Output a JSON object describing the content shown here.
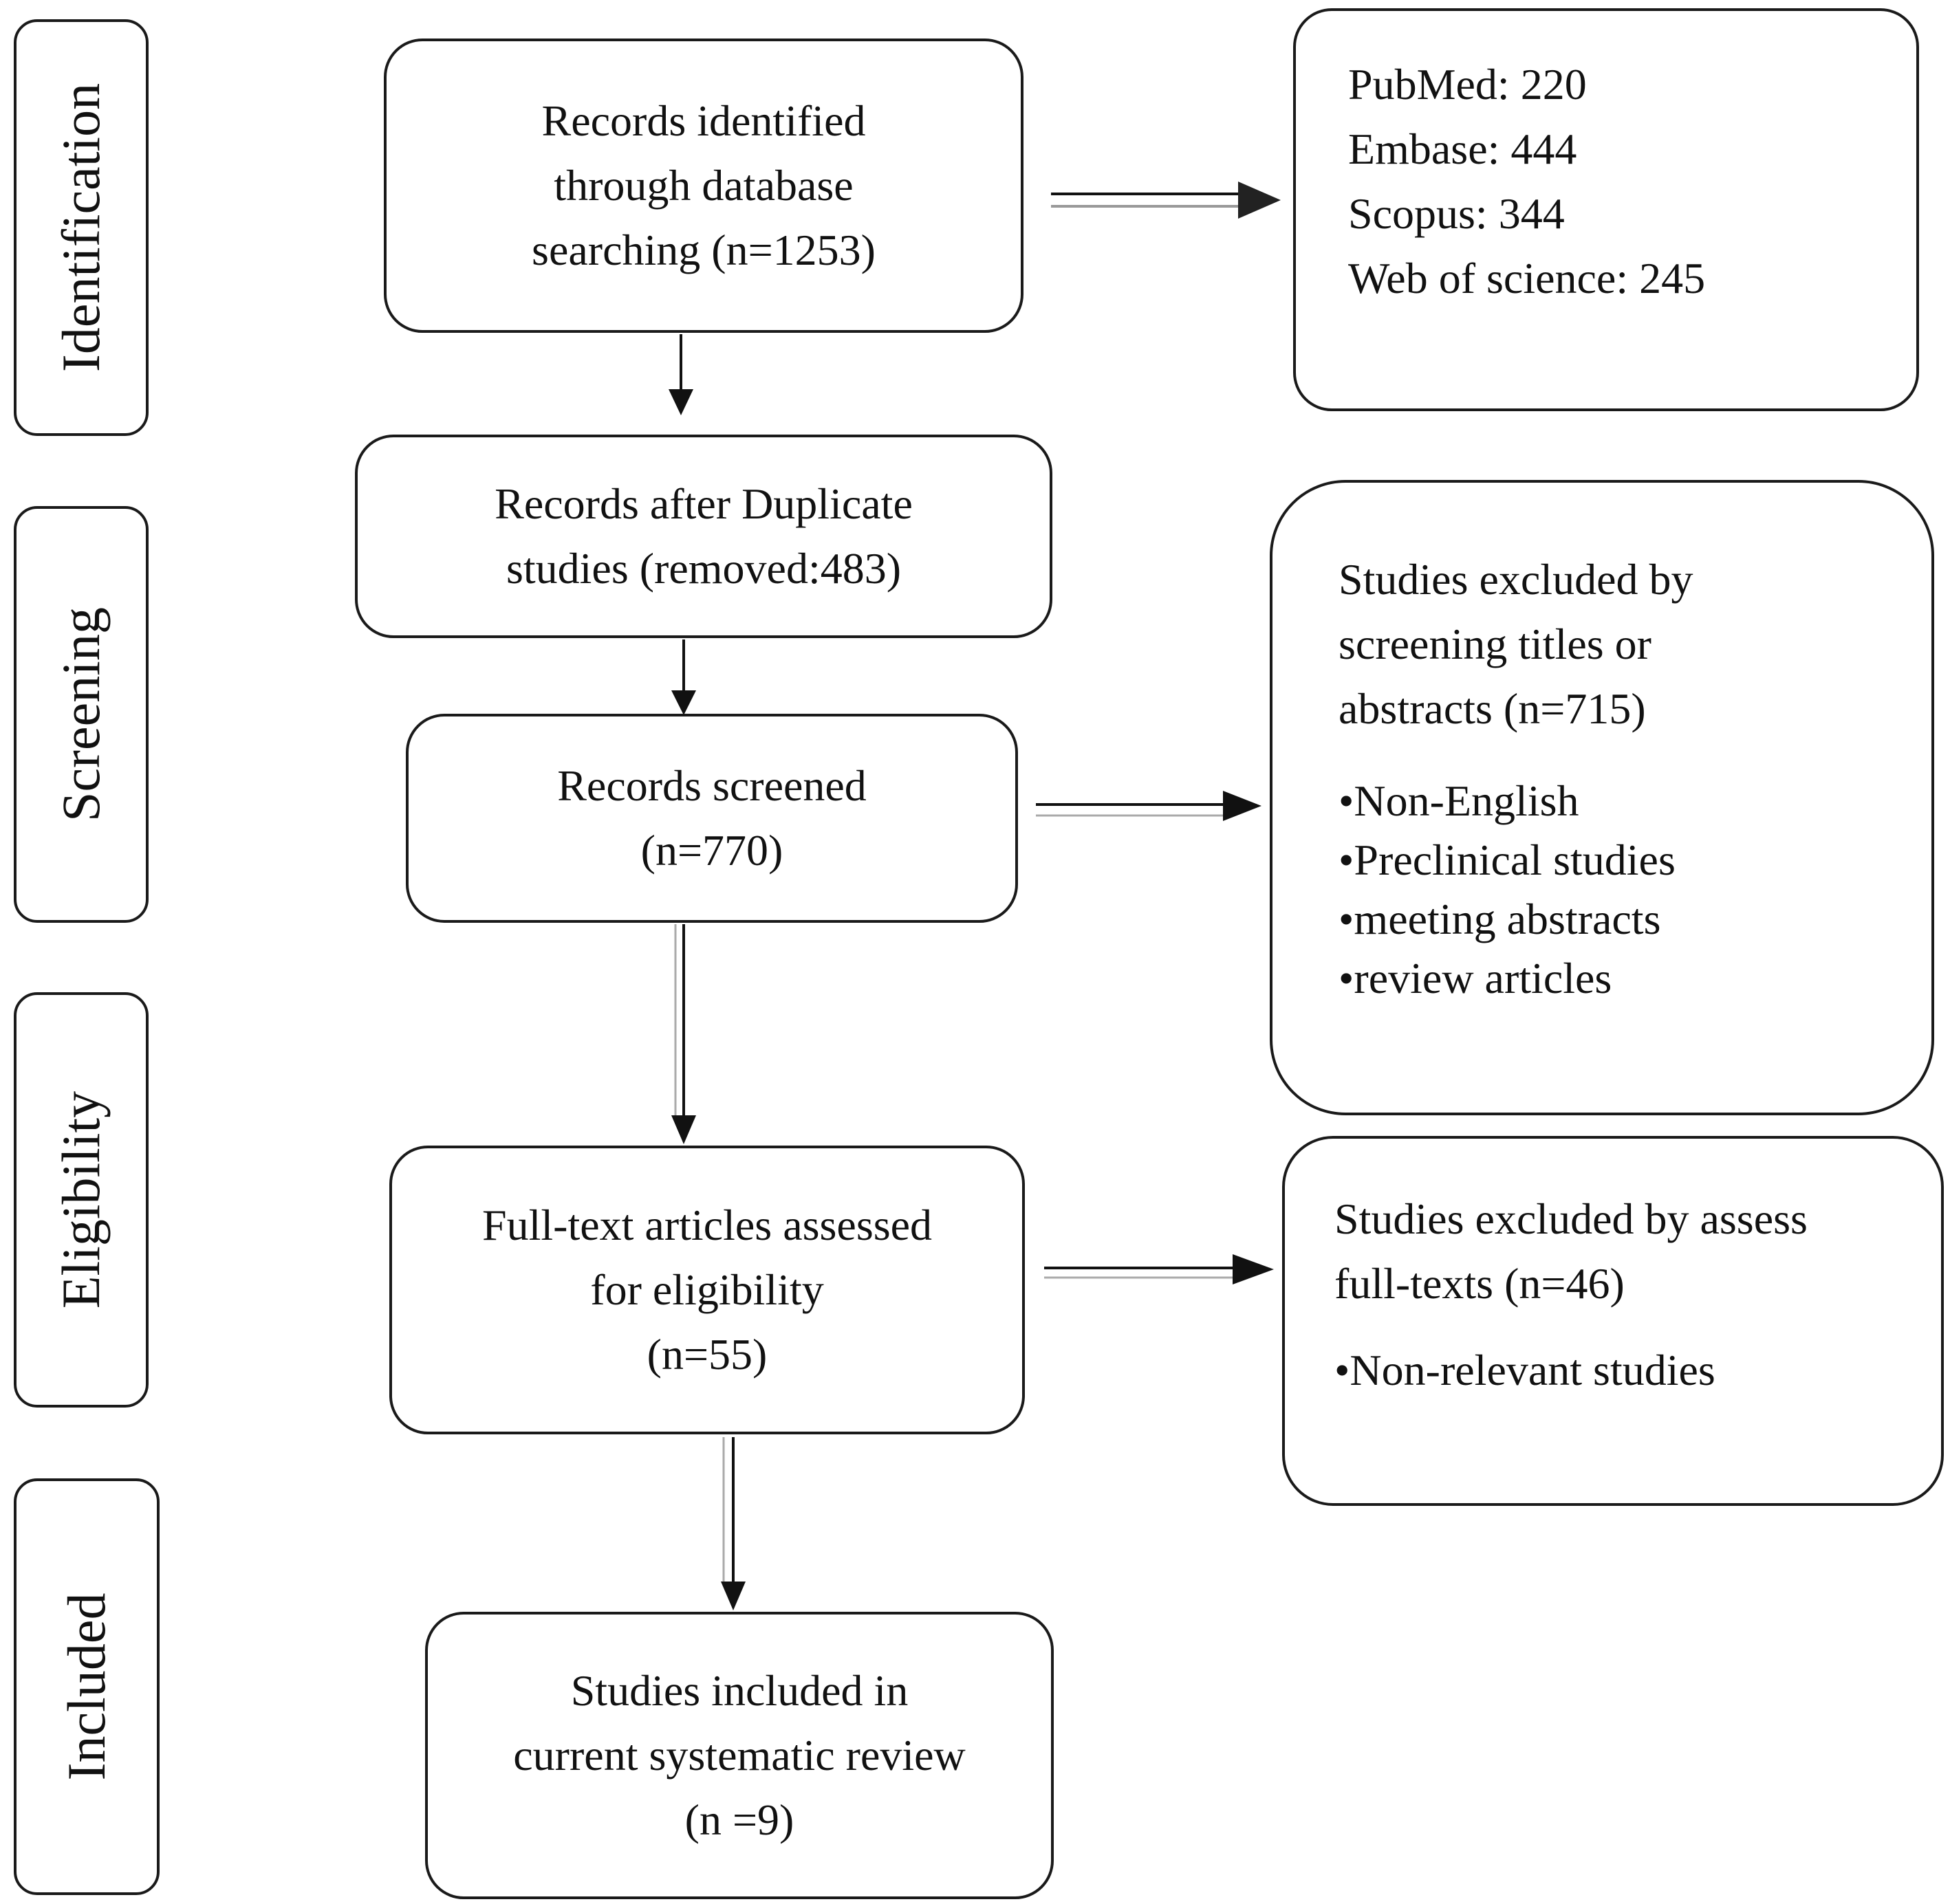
{
  "phases": {
    "identification": "Identification",
    "screening": "Screening",
    "eligibility": "Eligibility",
    "included": "Included"
  },
  "identified": {
    "line1": "Records identified",
    "line2": "through database",
    "line3": "searching (n=1253)"
  },
  "databases": {
    "pubmed": "PubMed: 220",
    "embase": "Embase: 444",
    "scopus": "Scopus: 344",
    "wos": "Web of science: 245"
  },
  "after_duplicates": {
    "line1": "Records after Duplicate",
    "line2": "studies (removed:483)"
  },
  "screened": {
    "line1": "Records screened",
    "line2": "(n=770)"
  },
  "excluded_screening": {
    "line1": "Studies excluded by",
    "line2": "screening titles or",
    "line3": "abstracts (n=715)",
    "reasons": [
      "•Non-English",
      "•Preclinical studies",
      "•meeting abstracts",
      "•review articles"
    ]
  },
  "fulltext": {
    "line1": "Full-text articles assessed",
    "line2": "for eligibility",
    "line3": "(n=55)"
  },
  "excluded_fulltext": {
    "line1": "Studies excluded by assess",
    "line2": "full-texts (n=46)",
    "reason": "•Non-relevant studies"
  },
  "included": {
    "line1": "Studies included in",
    "line2": "current systematic review",
    "line3": "(n =9)"
  }
}
